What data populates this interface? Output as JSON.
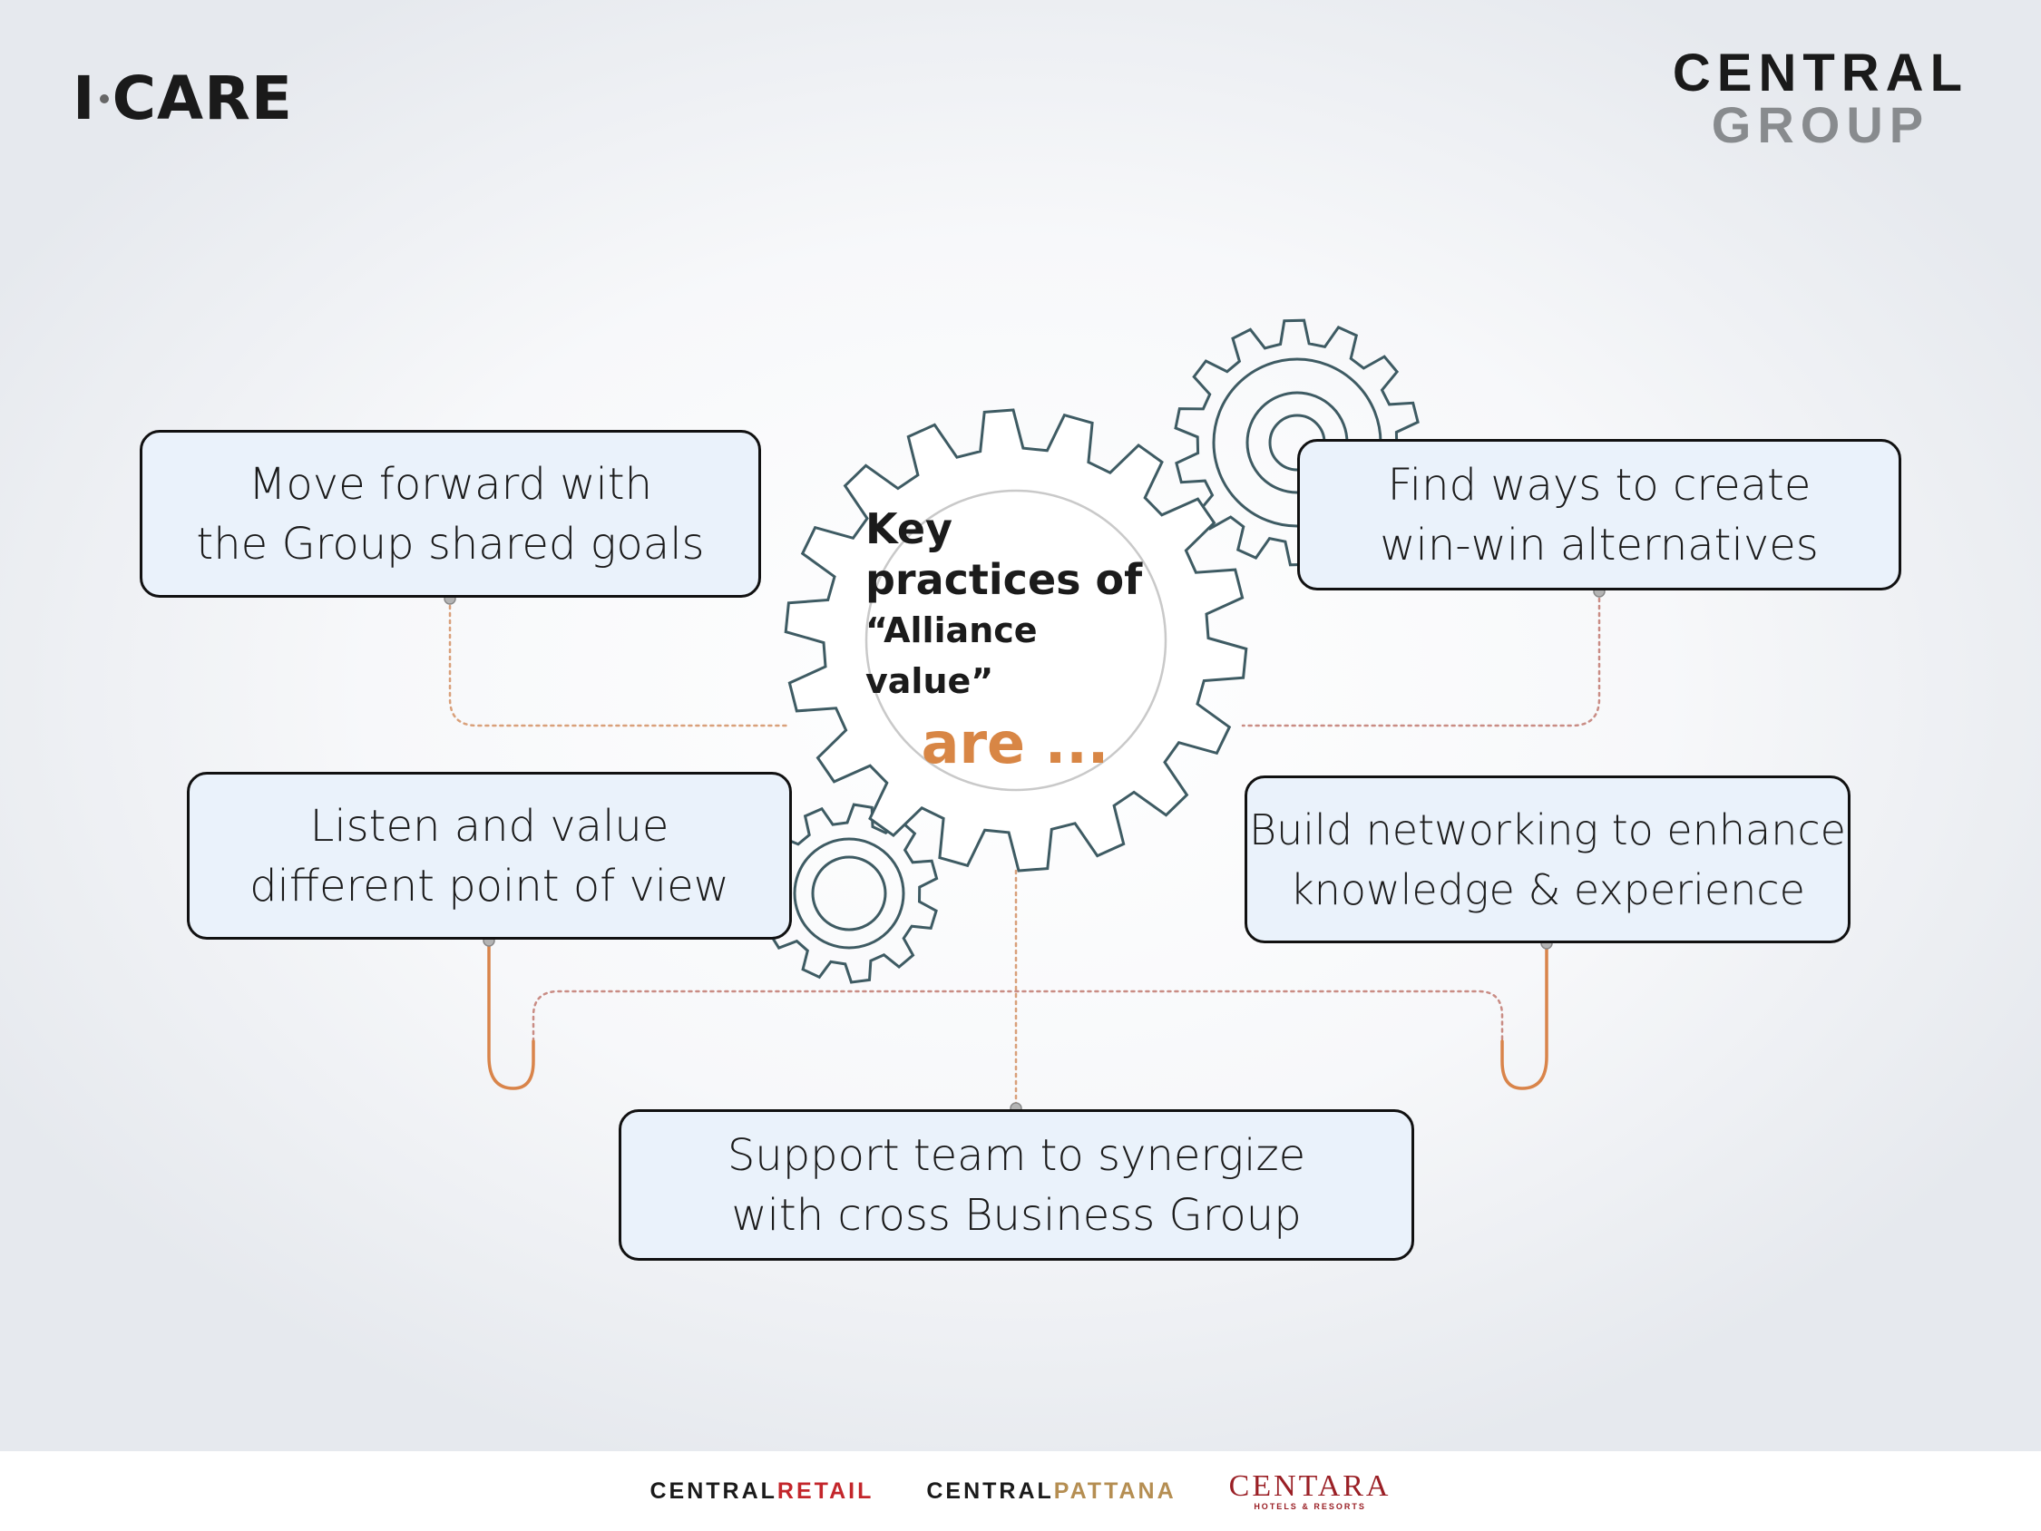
{
  "header": {
    "icare_left": "I",
    "icare_right": "CARE",
    "brand_line1": "CENTRAL",
    "brand_line2": "GROUP"
  },
  "center": {
    "line1": "Key practices of",
    "line2": "“Alliance value”",
    "line3": "are ..."
  },
  "boxes": [
    {
      "text": "Move forward with\nthe Group shared goals"
    },
    {
      "text": "Find ways to create\nwin-win alternatives"
    },
    {
      "text": "Listen and value\ndifferent point of view"
    },
    {
      "text": "Build networking to enhance\nknowledge & experience"
    },
    {
      "text": "Support team to synergize\nwith cross Business Group"
    }
  ],
  "footer": {
    "retail_a": "CENTRAL",
    "retail_b": "RETAIL",
    "pattana_a": "CENTRAL",
    "pattana_b": "PATTANA",
    "centara": "CENTARA",
    "centara_sub": "HOTELS & RESORTS"
  },
  "colors": {
    "accent_orange": "#d88645",
    "gear_stroke": "#3e5b63",
    "box_fill": "#eaf2fb"
  }
}
